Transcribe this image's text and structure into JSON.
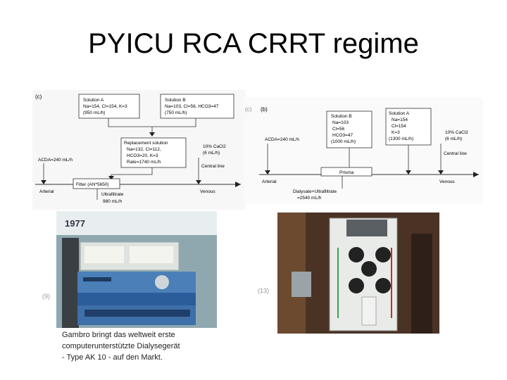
{
  "slide": {
    "title": "PYICU RCA CRRT regime"
  },
  "diagram_c": {
    "label": "(c)",
    "solution_a": {
      "title": "Solution A",
      "l1": "Na=154, Cl=154, K=3",
      "l2": "(950 mL/h)"
    },
    "solution_b": {
      "title": "Solution B",
      "l1": "Na=103, Cl=56, HCO3=47",
      "l2": "(750 mL/h)"
    },
    "replacement": {
      "title": "Replacement solution",
      "l1": "Na=132, Cl=112,",
      "l2": "HCO3=20, K=3",
      "l3": "Rate=1740 mL/h"
    },
    "acda": "ACDA=240 mL/h",
    "cacl": "10% CaCl2",
    "cacl_rate": "(6 mL/h)",
    "central_line": "Central line",
    "filter": "Filter (AN*5650)",
    "arterial": "Arterial",
    "venous": "Venous",
    "ultrafiltrate": "Ultrafiltrate",
    "ultrafiltrate_rate": "980 mL/h"
  },
  "diagram_b": {
    "label": "(b)",
    "mark": "(c)",
    "solution_b": {
      "title": "Solution B",
      "l1": "Na=103",
      "l2": "Cl=56",
      "l3": "HCO3=47",
      "l4": "(1000 mL/h)"
    },
    "solution_a": {
      "title": "Solution A",
      "l1": "Na=154",
      "l2": "Cl=154",
      "l3": "K=3",
      "l4": "(1300 mL/h)"
    },
    "acda": "ACDA=240 mL/h",
    "cacl": "10% CaCl2",
    "cacl_rate": "(6 mL/h)",
    "central_line": "Central line",
    "prisma": "Prisma",
    "arterial": "Arterial",
    "venous": "Venous",
    "dialysate": "Dialysate+Ultrafiltrate",
    "dialysate_rate": "=2540 mL/h"
  },
  "photo_left": {
    "year": "1977",
    "mark": "(9)",
    "caption_l1": "Gambro bringt das weltweit erste",
    "caption_l2": "computerunterstützte Dialysegerät",
    "caption_l3": "- Type AK 10 - auf den Markt."
  },
  "photo_right": {
    "mark": "(13)"
  }
}
